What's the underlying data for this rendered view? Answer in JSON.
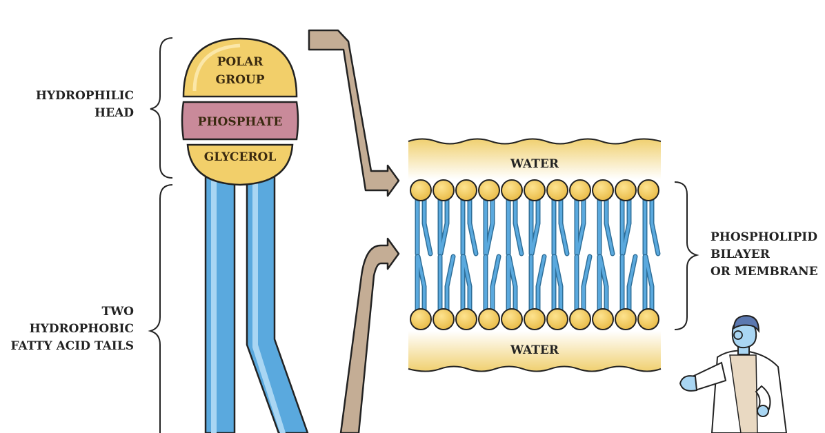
{
  "labels": {
    "hydrophilic_line1": "HYDROPHILIC",
    "hydrophilic_line2": "HEAD",
    "tails_line1": "TWO",
    "tails_line2": "HYDROPHOBIC",
    "tails_line3": "FATTY ACID TAILS",
    "bilayer_line1": "PHOSPHOLIPID",
    "bilayer_line2": "BILAYER",
    "bilayer_line3": "OR MEMBRANE"
  },
  "molecule": {
    "polar_line1": "POLAR",
    "polar_line2": "GROUP",
    "phosphate": "PHOSPHATE",
    "glycerol": "GLYCEROL"
  },
  "membrane": {
    "water_top": "WATER",
    "water_bottom": "WATER"
  },
  "colors": {
    "head_gold": "#f2cf6a",
    "phosphate_pink": "#c98a9a",
    "tail_blue": "#5aa9de",
    "arrow_brown": "#c4ad95",
    "water_band": "#f4dd94",
    "outline": "#222222"
  }
}
